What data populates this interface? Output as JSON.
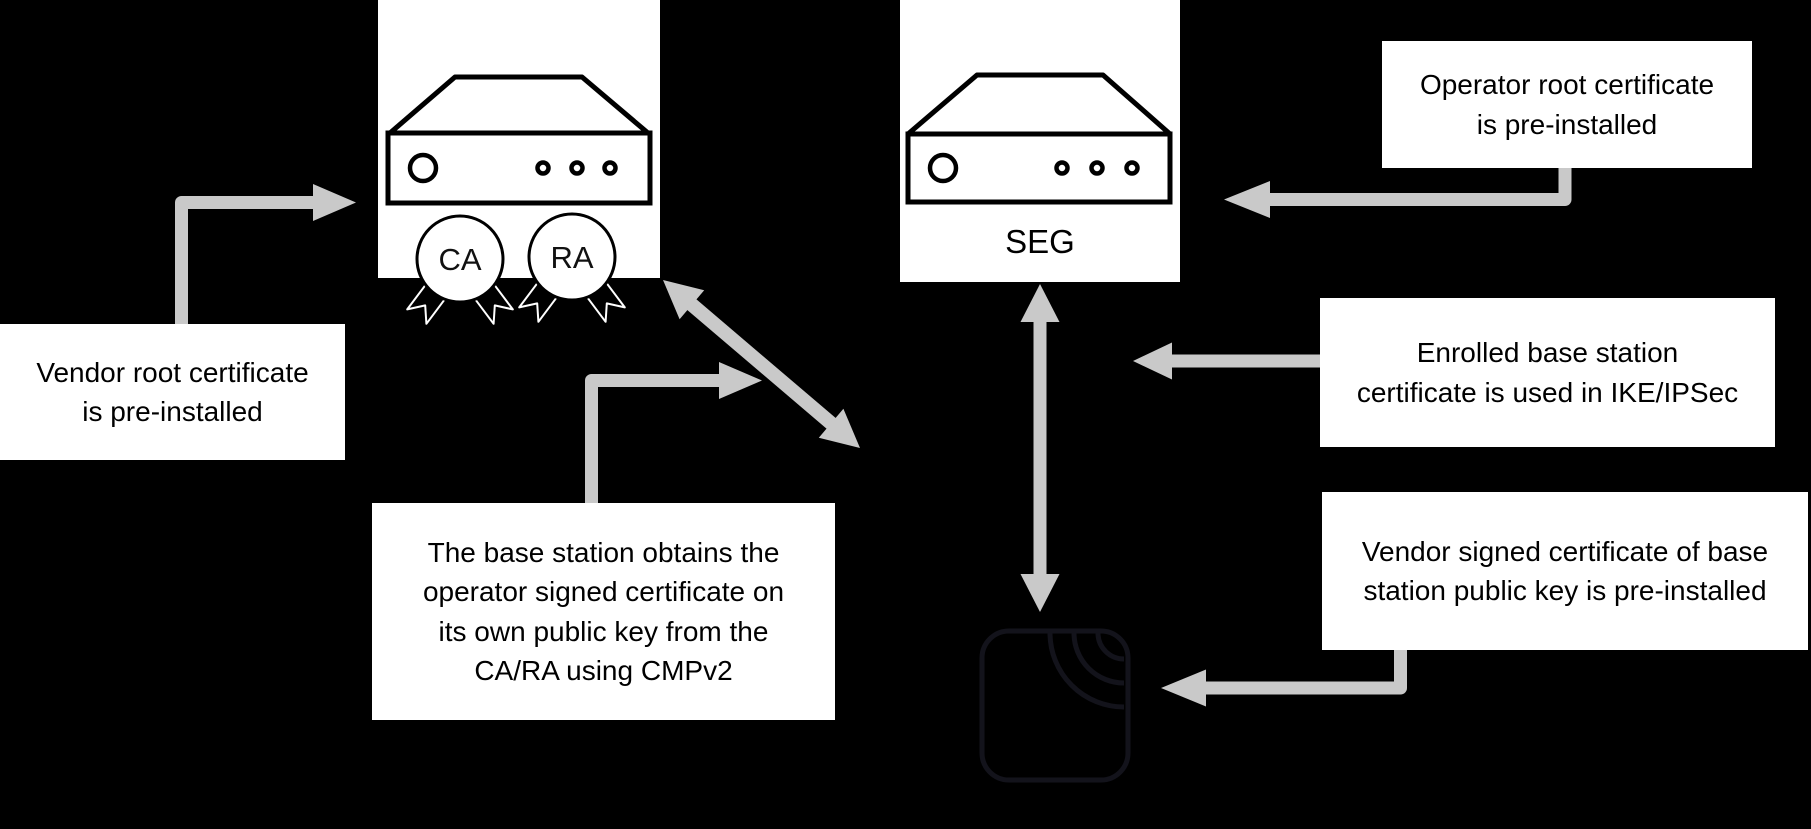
{
  "palette": {
    "background": "#000000",
    "box_fill": "#ffffff",
    "text": "#000000",
    "arrow": "#c9c9c9",
    "base_station_icon": "#13131b"
  },
  "nodes": {
    "ca_ra_server": {
      "icon": "server-icon",
      "badge_left": "CA",
      "badge_right": "RA"
    },
    "seg_server": {
      "icon": "server-icon",
      "label": "SEG"
    },
    "base_station": {
      "icon": "base-station-wifi-icon"
    }
  },
  "annotations": {
    "vendor_root": {
      "line1": "Vendor root certificate",
      "line2": "is pre-installed"
    },
    "operator_root": {
      "line1": "Operator root certificate",
      "line2": "is pre-installed"
    },
    "enrolled_cert": {
      "line1": "Enrolled base station",
      "line2": "certificate is used in IKE/IPSec"
    },
    "vendor_signed": {
      "line1": "Vendor signed certificate of base",
      "line2": "station public key is pre-installed"
    },
    "cmpv2_note": {
      "line1": "The base station obtains the",
      "line2": "operator signed certificate on",
      "line3": "its own public key from the",
      "line4": "CA/RA using CMPv2"
    }
  },
  "connections": [
    {
      "from": "vendor-root-note",
      "to": "ca-ra-server",
      "type": "arrow"
    },
    {
      "from": "ca-ra-server",
      "to": "base-station",
      "type": "double-arrow"
    },
    {
      "from": "cmpv2-note",
      "to": "ca-ra-base-station-link",
      "type": "arrow"
    },
    {
      "from": "seg-server",
      "to": "base-station",
      "type": "double-arrow"
    },
    {
      "from": "enrolled-cert-note",
      "to": "seg-base-station-link",
      "type": "arrow"
    },
    {
      "from": "operator-root-note",
      "to": "seg-server",
      "type": "arrow"
    },
    {
      "from": "vendor-signed-note",
      "to": "base-station",
      "type": "arrow"
    }
  ]
}
